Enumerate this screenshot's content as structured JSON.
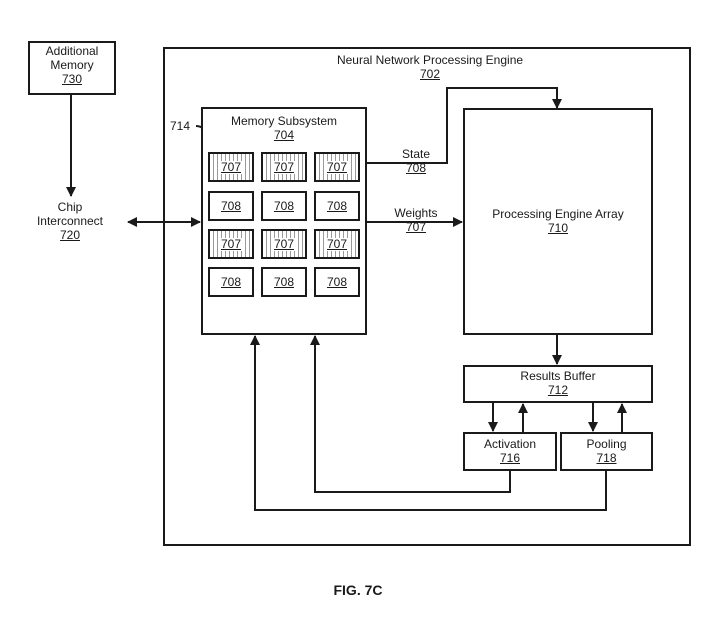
{
  "figure_label": "FIG. 7C",
  "engine": {
    "title": "Neural Network Processing Engine",
    "ref": "702"
  },
  "additional_memory": {
    "line1": "Additional",
    "line2": "Memory",
    "ref": "730"
  },
  "chip_interconnect": {
    "line1": "Chip",
    "line2": "Interconnect",
    "ref": "720"
  },
  "memory_subsystem": {
    "title": "Memory Subsystem",
    "ref": "704",
    "pointer_ref": "714",
    "rows": [
      {
        "kind": "hatched",
        "cells": [
          "707",
          "707",
          "707"
        ]
      },
      {
        "kind": "plain",
        "cells": [
          "708",
          "708",
          "708"
        ]
      },
      {
        "kind": "hatched",
        "cells": [
          "707",
          "707",
          "707"
        ]
      },
      {
        "kind": "plain",
        "cells": [
          "708",
          "708",
          "708"
        ]
      }
    ]
  },
  "state_link": {
    "label": "State",
    "ref": "708"
  },
  "weights_link": {
    "label": "Weights",
    "ref": "707"
  },
  "processing_engine_array": {
    "title": "Processing Engine Array",
    "ref": "710"
  },
  "results_buffer": {
    "title": "Results Buffer",
    "ref": "712"
  },
  "activation": {
    "title": "Activation",
    "ref": "716"
  },
  "pooling": {
    "title": "Pooling",
    "ref": "718"
  }
}
